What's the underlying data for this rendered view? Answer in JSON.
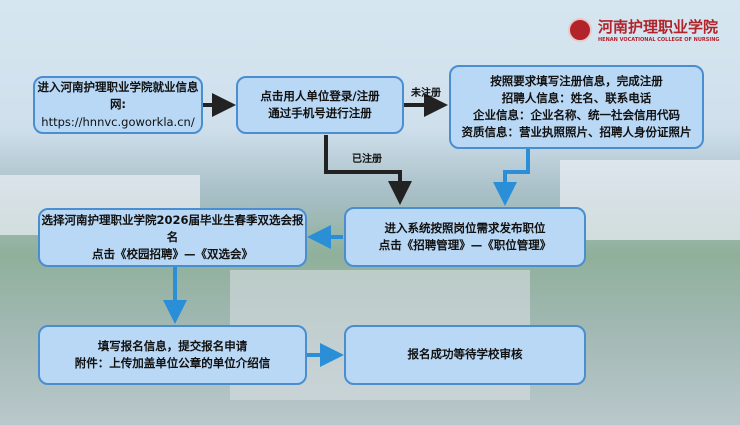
{
  "logo": {
    "name": "河南护理职业学院",
    "subtitle": "HENAN VOCATIONAL COLLEGE OF NURSING"
  },
  "steps": [
    {
      "lines": [
        "进入河南护理职业学院就业信息网:",
        "https://hnnvc.goworkla.cn/"
      ]
    },
    {
      "lines": [
        "点击用人单位登录/注册",
        "通过手机号进行注册"
      ]
    },
    {
      "lines": [
        "按照要求填写注册信息，完成注册",
        "招聘人信息：姓名、联系电话",
        "企业信息：企业名称、统一社会信用代码",
        "资质信息：营业执照照片、招聘人身份证照片"
      ]
    },
    {
      "lines": [
        "进入系统按照岗位需求发布职位",
        "点击《招聘管理》—《职位管理》"
      ]
    },
    {
      "lines": [
        "选择河南护理职业学院2026届毕业生春季双选会报名",
        "点击《校园招聘》—《双选会》"
      ]
    },
    {
      "lines": [
        "填写报名信息，提交报名申请",
        "附件：上传加盖单位公章的单位介绍信"
      ]
    },
    {
      "lines": [
        "报名成功等待学校审核"
      ]
    }
  ],
  "labels": {
    "unregistered": "未注册",
    "registered": "已注册"
  },
  "colors": {
    "box": "#b9d8f5",
    "border": "#4a8ed0",
    "blue_arrow": "#2a8fd6",
    "black_arrow": "#222222"
  }
}
